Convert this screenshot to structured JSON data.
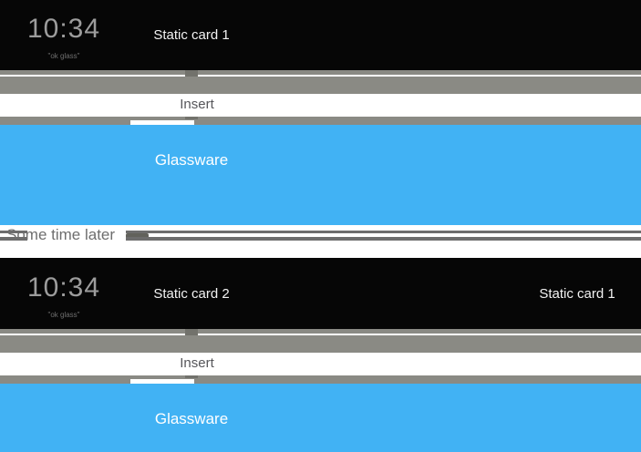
{
  "frame1": {
    "timeline": {
      "clock": "10:34",
      "hint": "\"ok glass\"",
      "cards": [
        {
          "label": "Static card 1"
        }
      ]
    },
    "insert": {
      "label": "Insert"
    },
    "glassware": {
      "label": "Glassware"
    }
  },
  "divider": {
    "label": "Some time later"
  },
  "frame2": {
    "timeline": {
      "clock": "10:34",
      "hint": "\"ok glass\"",
      "cards": [
        {
          "label": "Static card 2"
        },
        {
          "label": "Static card 1"
        }
      ]
    },
    "insert": {
      "label": "Insert"
    },
    "glassware": {
      "label": "Glassware"
    }
  },
  "colors": {
    "card_black": "#060606",
    "bar_gray": "#8a8a84",
    "accent_blue": "#41b2f4",
    "connector_gray": "#72726c",
    "divider_line_gray": "#6d6d6d"
  }
}
